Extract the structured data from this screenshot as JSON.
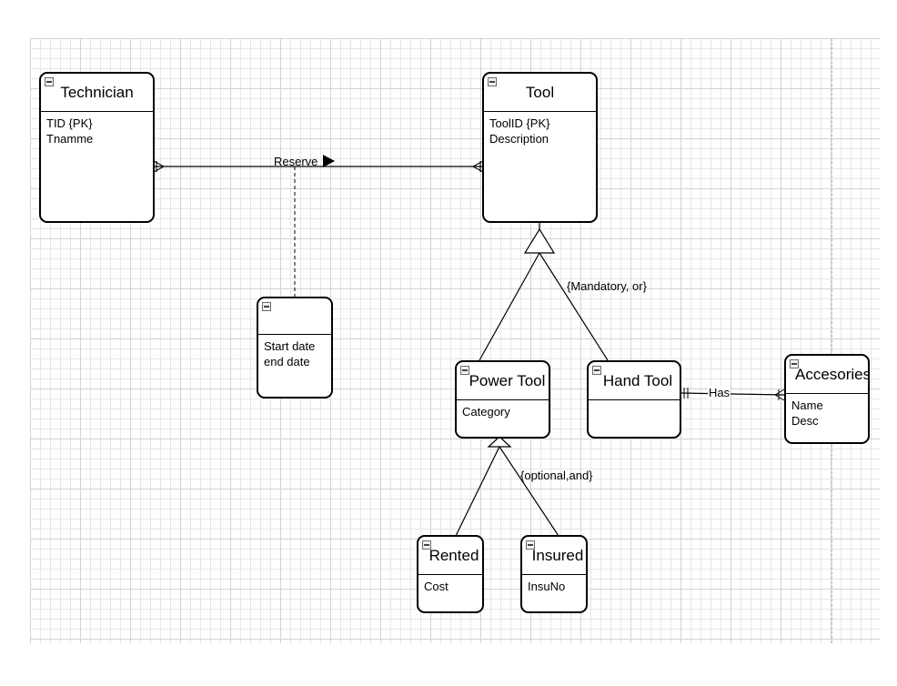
{
  "entities": {
    "technician": {
      "title": "Technician",
      "attributes": [
        "TID {PK}",
        "Tnamme"
      ]
    },
    "tool": {
      "title": "Tool",
      "attributes": [
        "ToolID {PK}",
        "Description"
      ]
    },
    "reserve_attrs": {
      "title": "",
      "attributes": [
        "Start date",
        "end date"
      ]
    },
    "power_tool": {
      "title": "Power Tool",
      "attributes": [
        "Category"
      ]
    },
    "hand_tool": {
      "title": "Hand Tool",
      "attributes": []
    },
    "accesories": {
      "title": "Accesories",
      "attributes": [
        "Name",
        "Desc"
      ]
    },
    "rented": {
      "title": "Rented",
      "attributes": [
        "Cost"
      ]
    },
    "insured": {
      "title": "Insured",
      "attributes": [
        "InsuNo"
      ]
    }
  },
  "relationships": {
    "reserve": {
      "label": "Reserve",
      "direction": "right"
    },
    "has": {
      "label": "Has"
    }
  },
  "constraints": {
    "tool_specialization": "{Mandatory, or}",
    "power_tool_specialization": "{optional,and}"
  },
  "colors": {
    "stroke": "#000000",
    "grid": "#e6e6e6",
    "background": "#ffffff"
  }
}
